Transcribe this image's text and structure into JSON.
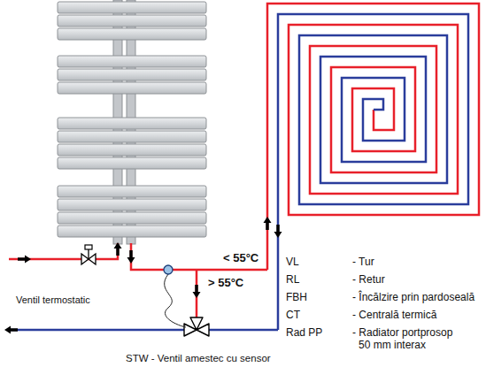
{
  "diagram": {
    "labels": [
      "< 55°C",
      "> 55°C",
      "Ventil termostatic",
      "STW - Ventil amestec cu sensor",
      "VL",
      "- Tur",
      "RL",
      "- Retur",
      "FBH",
      "- Încălzire prin pardoseală",
      "CT",
      "- Centrală termică",
      "Rad PP",
      "- Radiator portprosop 50 mm interax"
    ]
  }
}
